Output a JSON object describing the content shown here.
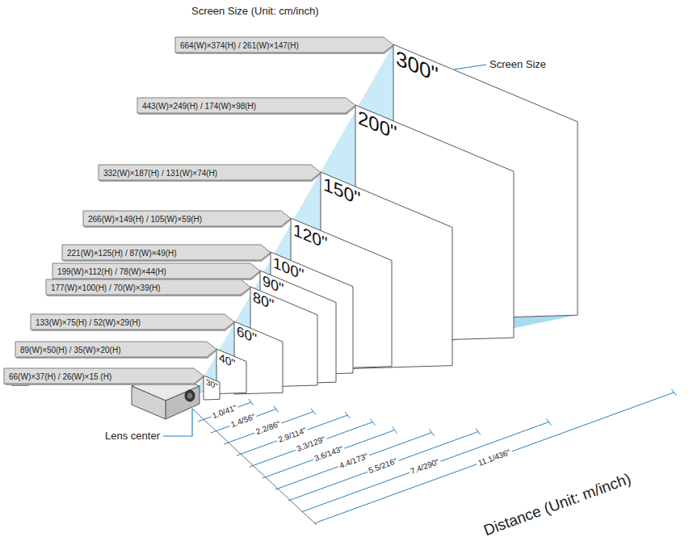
{
  "diagram": {
    "title": "Screen Size (Unit: cm/inch)",
    "nodes": [
      {
        "text": [
          "664(W)×374(H) / 261(W)×147(H)"
        ]
      },
      {
        "text": [
          "300\""
        ]
      },
      {
        "text": [
          "443(W)×249(H) / 174(W)×98(H)"
        ]
      },
      {
        "text": [
          "200\""
        ]
      },
      {
        "text": [
          "332(W)×187(H) / 131(W)×74(H)"
        ]
      },
      {
        "text": [
          "150\""
        ]
      },
      {
        "text": [
          "266(W)×149(H) / 105(W)×59(H)"
        ]
      },
      {
        "text": [
          "120\""
        ]
      },
      {
        "text": [
          "221(W)×125(H) / 87(W)×49(H)"
        ]
      },
      {
        "text": [
          "100\""
        ]
      },
      {
        "text": [
          "199(W)×112(H) / 78(W)×44(H)"
        ]
      },
      {
        "text": [
          "90\""
        ]
      },
      {
        "text": [
          "177(W)×100(H) / 70(W)×39(H)"
        ]
      },
      {
        "text": [
          "80\""
        ]
      },
      {
        "text": [
          "133(W)×75(H) / 52(W)×29(H)"
        ]
      },
      {
        "text": [
          "60\""
        ]
      },
      {
        "text": [
          "89(W)×50(H) / 35(W)×20(H)"
        ]
      },
      {
        "text": [
          "40\""
        ]
      },
      {
        "text": [
          "66(W)×37(H) / 26(W)×15 (H)"
        ]
      },
      {
        "text": [
          "30\""
        ]
      }
    ],
    "labels": [
      "Screen Size",
      "Lens center",
      "1.0/41\"",
      "1.4/56\"",
      "2.2/86\"",
      "2.9/114\"",
      "3.3/129\"",
      "3.6/143\"",
      "4.4/173\"",
      "5.5/216\"",
      "7.4/290\"",
      "11.1/436\"",
      "Distance (Unit: m/inch)"
    ]
  }
}
